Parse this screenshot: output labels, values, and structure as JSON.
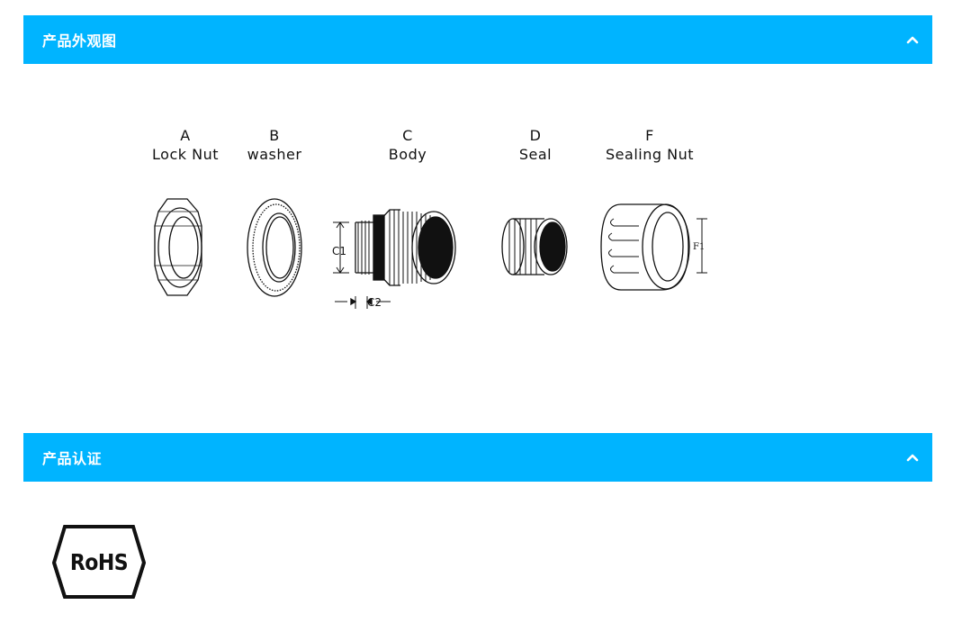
{
  "sections": [
    {
      "title": "产品外观图",
      "toggle_icon": "chevron-up-icon",
      "expanded": true
    },
    {
      "title": "产品认证",
      "toggle_icon": "chevron-up-icon",
      "expanded": true
    }
  ],
  "diagram": {
    "parts": [
      {
        "letter": "A",
        "name": "Lock Nut"
      },
      {
        "letter": "B",
        "name": "washer"
      },
      {
        "letter": "C",
        "name": "Body"
      },
      {
        "letter": "D",
        "name": "Seal"
      },
      {
        "letter": "F",
        "name": "Sealing Nut"
      }
    ],
    "dimensions": {
      "c1": "C1",
      "c2": "C2",
      "f1": "F1"
    }
  },
  "certification": {
    "logo_text": "RoHS"
  },
  "colors": {
    "header_bg": "#00b4ff",
    "header_text": "#ffffff",
    "line": "#111111"
  }
}
